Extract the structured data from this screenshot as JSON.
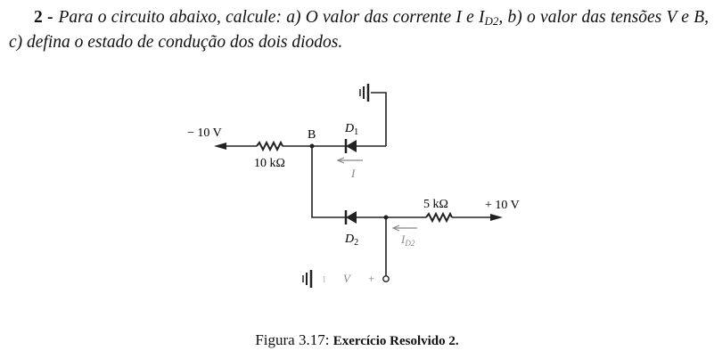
{
  "problem": {
    "number": "2 -",
    "text_part1": "Para o circuito abaixo, calcule: a) O valor das corrente I e I",
    "sub_D2": "D2",
    "text_part2": ", b) o valor das tensões V  e B, c) defina o estado de condução dos dois diodos."
  },
  "circuit": {
    "left_voltage": "− 10 V",
    "right_voltage": "+ 10 V",
    "node_b": "B",
    "r1": "10 kΩ",
    "r2": "5 kΩ",
    "d1": "D",
    "d1_sub": "1",
    "d2": "D",
    "d2_sub": "2",
    "current_i": "I",
    "current_id2": "I",
    "current_id2_sub": "D2",
    "v_minus": "I",
    "v_label": "V",
    "v_plus": "+"
  },
  "caption": {
    "prefix": "Figura 3.17:",
    "title": "Exercício Resolvido 2."
  }
}
